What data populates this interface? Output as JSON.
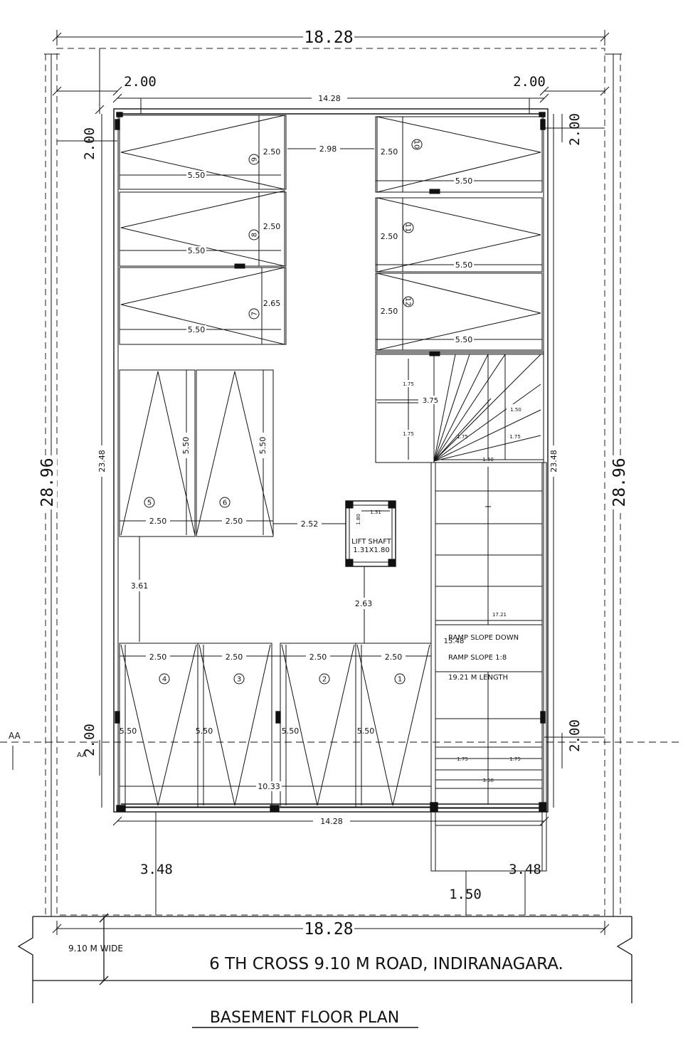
{
  "dims": {
    "overall_width_top": "18.28",
    "overall_width_bottom": "18.28",
    "overall_depth_left": "28.96",
    "overall_depth_right": "28.96",
    "setback_left_top": "2.00",
    "setback_right_top": "2.00",
    "setback_top_left": "2.00",
    "setback_top_right": "2.00",
    "setback_bottom_left": "2.00",
    "setback_bottom_right": "2.00",
    "inner_width_top": "14.28",
    "inner_width_bottom": "14.28",
    "inner_depth_left": "23.48",
    "inner_depth_right": "23.48",
    "aisle_top": "2.98",
    "front_left": "3.48",
    "front_right": "3.48",
    "front_mid": "1.50",
    "gap_left": "3.61",
    "gap_lift": "2.52",
    "gap_lift_bottom": "2.63",
    "bottom_run": "10.33"
  },
  "slots": [
    {
      "no": "1",
      "w": "2.50",
      "l": "5.50"
    },
    {
      "no": "2",
      "w": "2.50",
      "l": "5.50"
    },
    {
      "no": "3",
      "w": "2.50",
      "l": "5.50"
    },
    {
      "no": "4",
      "w": "2.50",
      "l": "5.50"
    },
    {
      "no": "5",
      "w": "2.50",
      "l": "5.50"
    },
    {
      "no": "6",
      "w": "2.50",
      "l": "5.50"
    },
    {
      "no": "7",
      "w": "2.65",
      "l": "5.50"
    },
    {
      "no": "8",
      "w": "2.50",
      "l": "5.50"
    },
    {
      "no": "9",
      "w": "2.50",
      "l": "5.50"
    },
    {
      "no": "10",
      "w": "2.50",
      "l": "5.50"
    },
    {
      "no": "11",
      "w": "2.50",
      "l": "5.50"
    },
    {
      "no": "12",
      "w": "2.50",
      "l": "5.50"
    }
  ],
  "stair": {
    "d1": "1.75",
    "d2": "3.75",
    "d3": "1.75",
    "d4": "1.50",
    "d5": "1.75",
    "d6": "1.75",
    "d7": "1.50"
  },
  "lift": {
    "line1": "LIFT SHAFT",
    "line2": "1.31X1.80",
    "w": "1.31",
    "h": "1.80"
  },
  "ramp": {
    "line1": "RAMP SLOPE DOWN",
    "line2": "RAMP SLOPE 1:8",
    "line3": "19.21 M LENGTH",
    "dim_a": "17.21",
    "dim_b": "15.48",
    "bottom_a": "1.75",
    "bottom_b": "1.75",
    "bottom_c": "3.50"
  },
  "section": {
    "left": "AA",
    "left2": "AA"
  },
  "road": {
    "width_label": "9.10 M WIDE",
    "name": "6 TH CROSS 9.10 M ROAD, INDIRANAGARA."
  },
  "title": "BASEMENT FLOOR PLAN"
}
